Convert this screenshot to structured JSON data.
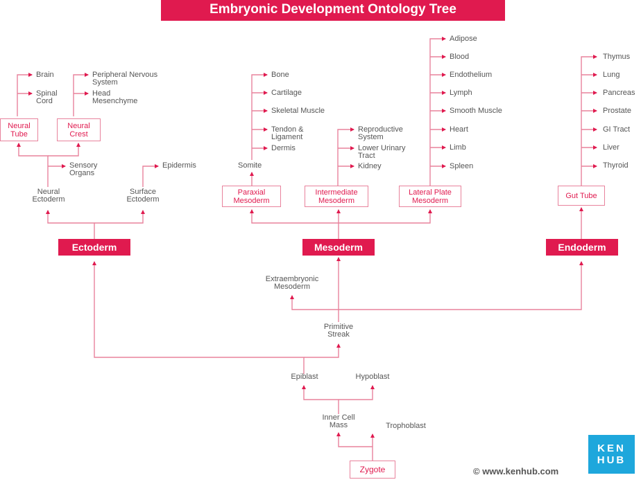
{
  "title": "Embryonic Development Ontology Tree",
  "ectoderm": {
    "label": "Ectoderm",
    "neural_ectoderm": "Neural Ectoderm",
    "surface_ectoderm": "Surface Ectoderm",
    "sensory_organs": "Sensory Organs",
    "epidermis": "Epidermis",
    "neural_tube": "Neural Tube",
    "neural_crest": "Neural Crest",
    "brain": "Brain",
    "spinal_cord": "Spinal Cord",
    "peripheral_nervous_system": "Peripheral Nervous System",
    "head_mesenchyme": "Head Mesenchyme"
  },
  "mesoderm": {
    "label": "Mesoderm",
    "paraxial": "Paraxial Mesoderm",
    "intermediate": "Intermediate Mesoderm",
    "lateral_plate": "Lateral Plate Mesoderm",
    "somite": "Somite",
    "somite_children": [
      "Bone",
      "Cartilage",
      "Skeletal Muscle",
      "Tendon & Ligament",
      "Dermis"
    ],
    "intermediate_children": [
      "Reproductive System",
      "Lower Urinary Tract",
      "Kidney"
    ],
    "lateral_children": [
      "Adipose",
      "Blood",
      "Endothelium",
      "Lymph",
      "Smooth Muscle",
      "Heart",
      "Limb",
      "Spleen"
    ]
  },
  "endoderm": {
    "label": "Endoderm",
    "gut_tube": "Gut Tube",
    "children": [
      "Thymus",
      "Lung",
      "Pancreas",
      "Prostate",
      "GI Tract",
      "Liver",
      "Thyroid"
    ]
  },
  "early": {
    "extraembryonic_mesoderm": "Extraembryonic Mesoderm",
    "primitive_streak": "Primitive Streak",
    "epiblast": "Epiblast",
    "hypoblast": "Hypoblast",
    "inner_cell_mass": "Inner Cell Mass",
    "trophoblast": "Trophoblast",
    "zygote": "Zygote"
  },
  "footer": {
    "copyright": "© www.kenhub.com",
    "logo_top": "KEN",
    "logo_bottom": "HUB"
  },
  "colors": {
    "accent": "#e01a4f",
    "line": "#e8829c",
    "text": "#555555",
    "logo": "#1ea7dc"
  }
}
